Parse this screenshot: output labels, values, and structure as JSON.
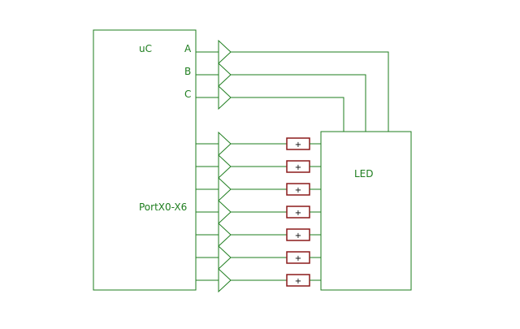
{
  "colors": {
    "wire": "#1e7d1e",
    "resistor": "#8b1a1a",
    "background": "#ffffff"
  },
  "blocks": {
    "microcontroller_label": "uC",
    "port_label": "PortX0-X6",
    "led_label": "LED"
  },
  "pins": {
    "a": "A",
    "b": "B",
    "c": "C"
  },
  "resistor_symbol": "+"
}
